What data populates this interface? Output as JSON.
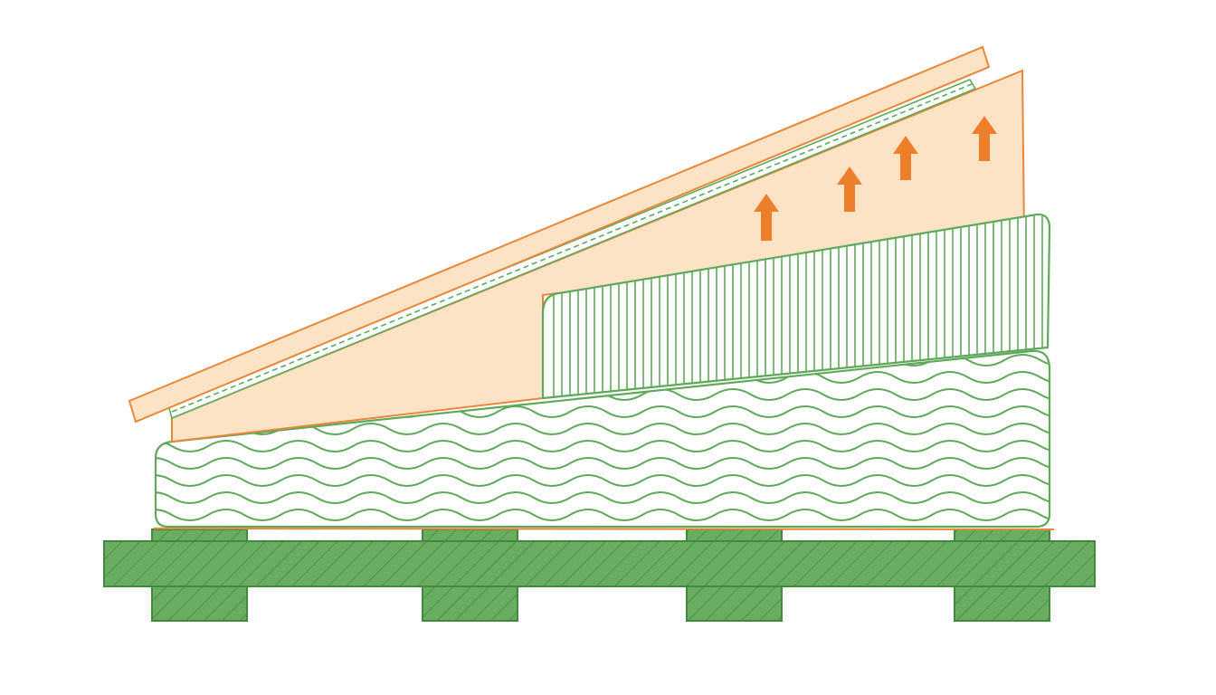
{
  "diagram": {
    "layers": [
      {
        "id": "top-board",
        "label": ""
      },
      {
        "id": "membrane",
        "label": ""
      },
      {
        "id": "wedge",
        "label": ""
      },
      {
        "id": "corrugated-panel",
        "label": ""
      },
      {
        "id": "wavy-insulation",
        "label": ""
      },
      {
        "id": "base-beam",
        "label": ""
      }
    ],
    "arrows": {
      "direction": "up",
      "count": 4
    },
    "supports": {
      "count": 4
    },
    "colors": {
      "orange_stroke": "#e8863a",
      "orange_fill": "#fde3c6",
      "orange_arrow": "#ee7f2a",
      "green_stroke": "#5fa85a",
      "green_fill": "#6aad62",
      "green_dark": "#3f8a3c",
      "hatch": "#4f9a4a"
    }
  }
}
